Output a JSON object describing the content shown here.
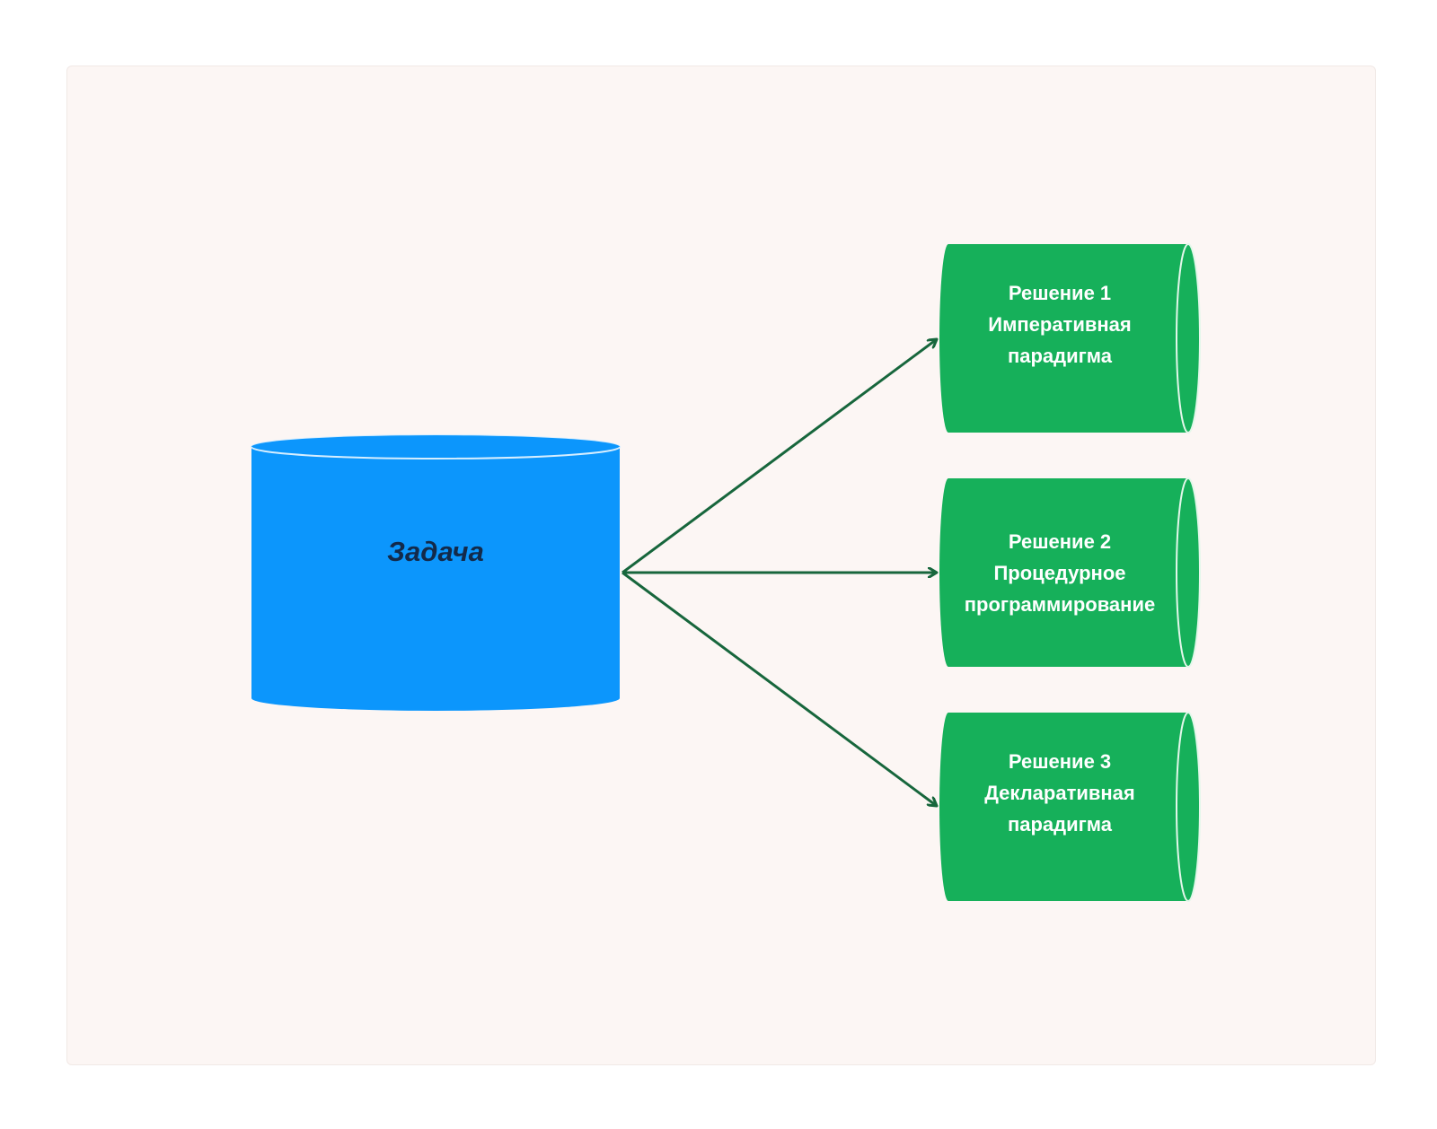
{
  "colors": {
    "background": "#ffffff",
    "board": "#fcf6f4",
    "task_fill": "#0c96fc",
    "solution_fill": "#16b05a",
    "arrow": "#17663c",
    "task_text": "#132a4a",
    "solution_text": "#ffffff"
  },
  "task": {
    "label": "Задача"
  },
  "solutions": [
    {
      "line1": "Решение 1",
      "line2": "Императивная",
      "line3": "парадигма"
    },
    {
      "line1": "Решение 2",
      "line2": "Процедурное",
      "line3": "программирование"
    },
    {
      "line1": "Решение 3",
      "line2": "Декларативная",
      "line3": "парадигма"
    }
  ]
}
